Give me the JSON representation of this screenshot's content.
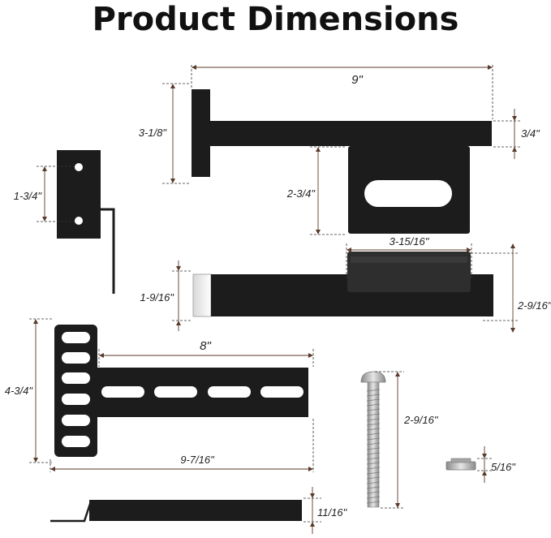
{
  "title": "Product Dimensions",
  "labels": {
    "top_length": "9\"",
    "top_height": "3-1/8\"",
    "top_thickness": "3/4\"",
    "bracket_height": "2-3/4\"",
    "small_plate_height": "1-3/4\"",
    "side_bracket_width": "3-15/16\"",
    "side_left_height": "1-9/16\"",
    "side_right_height": "2-9/16\"",
    "arm_width": "8\"",
    "plate_height": "4-3/4\"",
    "overall_length": "9-7/16\"",
    "bolt_length": "2-9/16\"",
    "nut_height": "5/16\"",
    "base_thickness": "11/16\""
  },
  "colors": {
    "part": "#1c1c1c",
    "dimension_line": "#5a3a2a",
    "bolt": "#b9b9b9"
  }
}
